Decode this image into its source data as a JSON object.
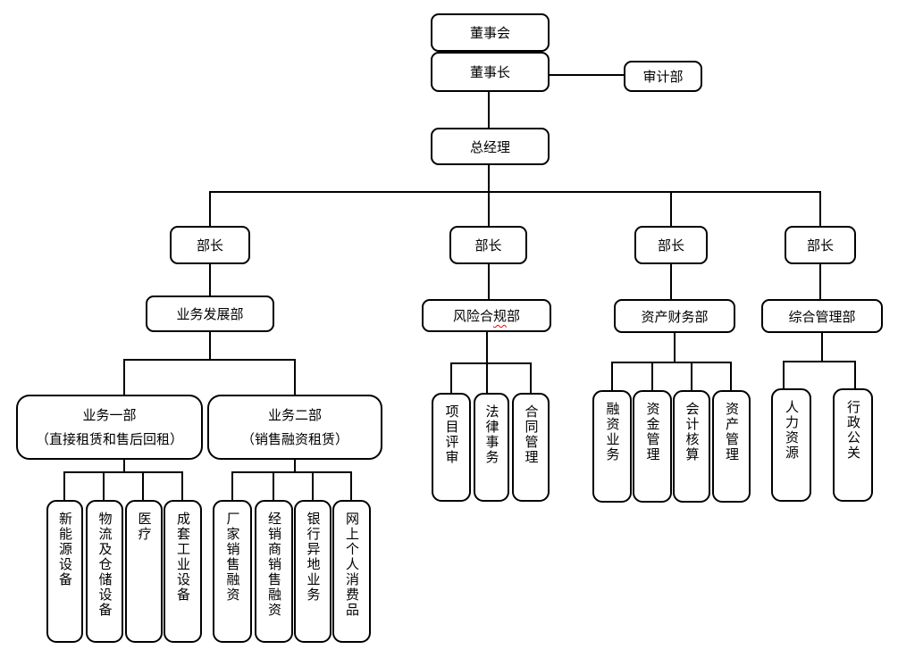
{
  "org": {
    "board": "董事会",
    "chairman": "董事长",
    "audit": "审计部",
    "general_manager": "总经理",
    "ministers": [
      "部长",
      "部长",
      "部长",
      "部长"
    ],
    "departments": {
      "business_development": "业务发展部",
      "risk_compliance": {
        "pre": "风险合",
        "marked": "规",
        "post": "部"
      },
      "asset_finance": "资产财务部",
      "general_admin": "综合管理部"
    },
    "business_unit_1": {
      "name": "业务一部",
      "subtitle": "（直接租赁和售后回租）"
    },
    "business_unit_2": {
      "name": "业务二部",
      "subtitle": "（销售融资租赁）"
    },
    "unit1_children": [
      "新能源设备",
      "物流及仓储设备",
      "医疗",
      "成套工业设备"
    ],
    "unit2_children": [
      "厂家销售融资",
      "经销商销售融资",
      "银行异地业务",
      "网上个人消费品"
    ],
    "risk_children": [
      "项目评审",
      "法律事务",
      "合同管理"
    ],
    "asset_finance_children": [
      "融资业务",
      "资金管理",
      "会计核算",
      "资产管理"
    ],
    "general_admin_children": [
      "人力资源",
      "行政公关"
    ]
  },
  "colors": {
    "line": "#000000",
    "box_border": "#000000",
    "background": "#ffffff",
    "text": "#000000",
    "spellcheck_underline": "#ff0000"
  }
}
